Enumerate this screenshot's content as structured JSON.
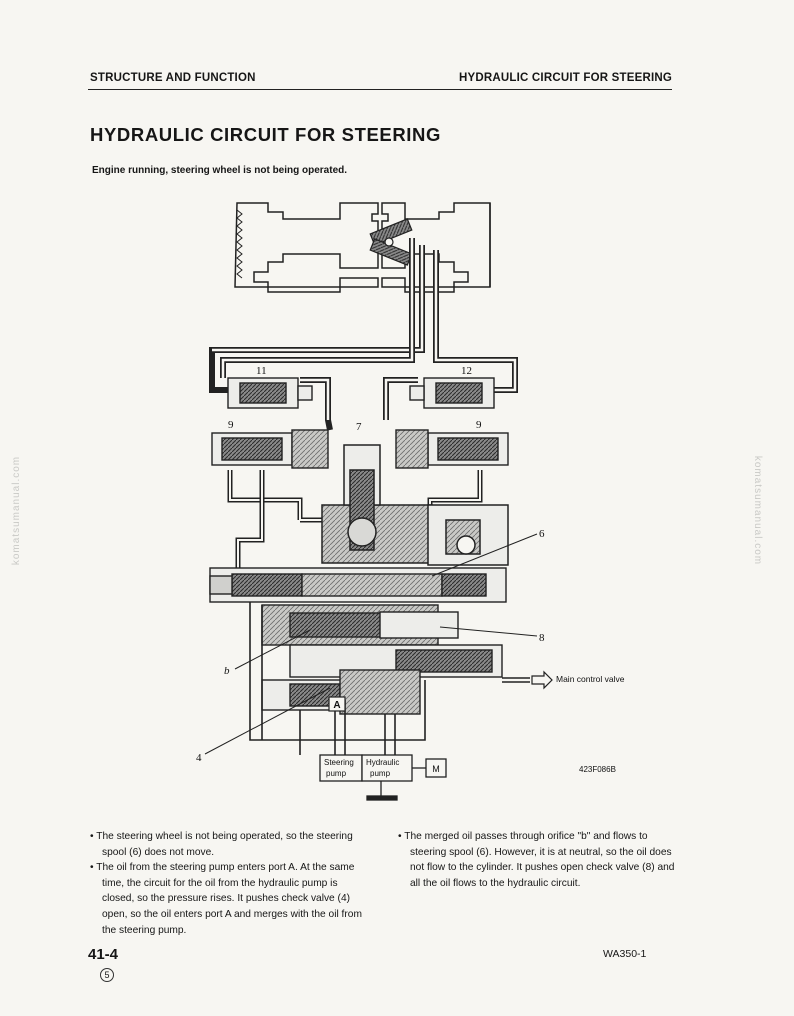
{
  "header": {
    "section": "STRUCTURE AND FUNCTION",
    "topic": "HYDRAULIC CIRCUIT FOR STEERING"
  },
  "title": "HYDRAULIC CIRCUIT FOR STEERING",
  "subtitle": "Engine running, steering wheel is not being operated.",
  "watermark": "komatsumanual.com",
  "diagram": {
    "callouts": [
      "11",
      "12",
      "9",
      "9",
      "7",
      "6",
      "8",
      "b",
      "4",
      "A"
    ],
    "labels": {
      "main_control_valve": "Main control valve",
      "steering_pump_line1": "Steering",
      "steering_pump_line2": "pump",
      "hydraulic_pump_line1": "Hydraulic",
      "hydraulic_pump_line2": "pump",
      "motor": "M",
      "drawing_number": "423F086B"
    }
  },
  "body": {
    "left": [
      "The steering wheel is not being operated, so the steering spool (6) does not move.",
      "The oil from the steering pump enters port A. At the same time, the circuit for the oil from the hydraulic pump is closed, so the pressure rises. It pushes check valve (4) open, so the oil enters port A and merges with the oil from the steering pump."
    ],
    "right": [
      "The merged oil passes through orifice \"b\" and flows to steering spool (6). However, it is at neutral, so the oil does not flow to the cylinder. It pushes open check valve (8) and all the oil flows to the hydraulic circuit."
    ]
  },
  "footer": {
    "page": "41-4",
    "revision": "5",
    "model": "WA350-1"
  }
}
